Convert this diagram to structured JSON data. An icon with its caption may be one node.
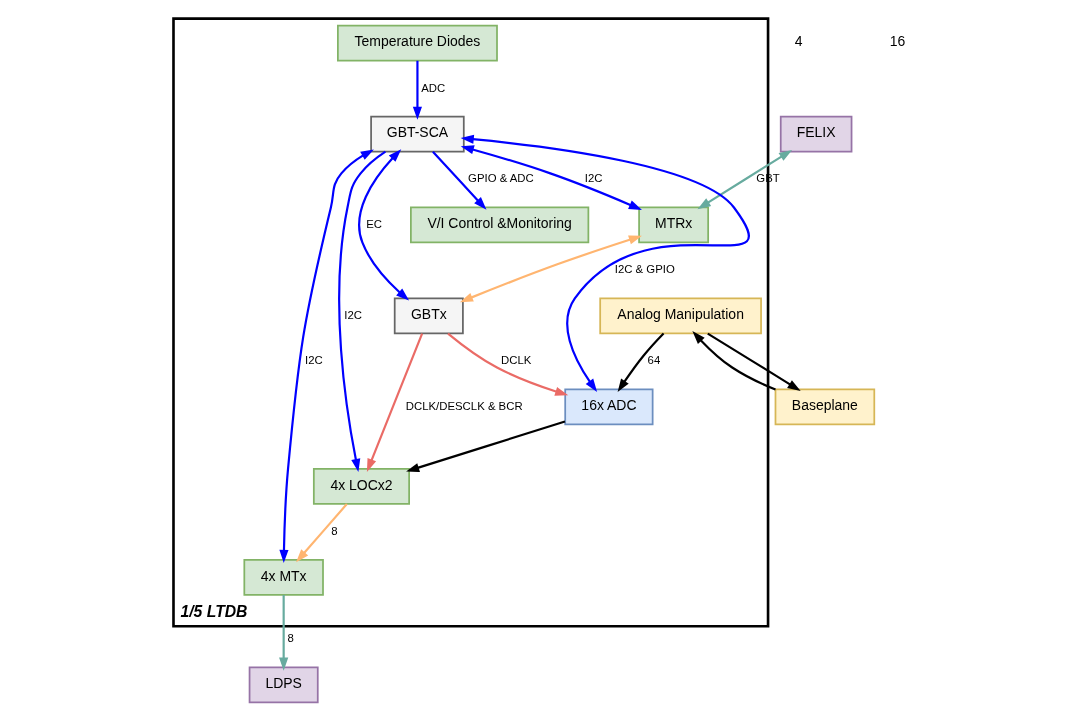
{
  "diagram": {
    "nodes": [
      {
        "text": [
          "Baseplane"
        ]
      },
      {
        "text": [
          "LDPS"
        ]
      },
      {
        "text": [
          "FELIX"
        ]
      },
      {
        "text": [
          "1/5 LTDB"
        ]
      },
      {
        "text": [
          "Analog Manipulation"
        ],
        "in": 3
      },
      {
        "text": [
          "4x MTx"
        ],
        "in": 3
      },
      {
        "text": [
          "MTRx"
        ],
        "in": 3
      },
      {
        "text": [
          "16x ADC"
        ],
        "in": 3
      },
      {
        "text": [
          "4x LOCx2"
        ],
        "in": 3
      },
      {
        "text": [
          "GBT-SCA"
        ],
        "in": 3
      },
      {
        "text": [
          "GBTx"
        ],
        "in": 3
      },
      {
        "text": [
          "Temperature Diodes"
        ],
        "in": 3
      },
      {
        "text": [
          "V/I Control &Monitoring"
        ],
        "in": 3
      }
    ],
    "edges": [
      {
        "from": 4,
        "to": 0,
        "arrow": "to",
        "color": "#000000"
      },
      {
        "from": 0,
        "to": 4,
        "arrow": "to",
        "color": "#000000"
      },
      {
        "from": 5,
        "to": 1,
        "arrow": "to",
        "label": "8",
        "color": "#67ab9f"
      },
      {
        "from": 2,
        "to": 6,
        "arrow": "both",
        "label": "GBT",
        "color": "#67ab9f"
      },
      {
        "from": 4,
        "to": 7,
        "arrow": "to",
        "label": "64",
        "color": "#000000"
      },
      {
        "from": 7,
        "to": 8,
        "arrow": "to",
        "color": "#000000"
      },
      {
        "from": 8,
        "to": 5,
        "arrow": "to",
        "label": "8",
        "color": "#ffb570"
      },
      {
        "from": 9,
        "to": 5,
        "arrow": "both",
        "label": "I2C"
      },
      {
        "from": 9,
        "to": 6,
        "arrow": "both",
        "label": "I2C"
      },
      {
        "from": 6,
        "to": 10,
        "arrow": "both",
        "color": "#ffb570"
      },
      {
        "from": 9,
        "to": 8,
        "arrow": "to",
        "label": "I2C"
      },
      {
        "from": 9,
        "to": 10,
        "arrow": "both",
        "label": "EC"
      },
      {
        "from": 9,
        "to": 7,
        "arrow": "both",
        "label": "I2C & GPIO"
      },
      {
        "from": 10,
        "to": 8,
        "arrow": "to",
        "label": "DCLK/DESCLK & BCR",
        "color": "#ea6b66"
      },
      {
        "from": 10,
        "to": 7,
        "arrow": "to",
        "label": "DCLK",
        "color": "#ea6b66"
      },
      {
        "from": 11,
        "to": 9,
        "arrow": "to",
        "label": "ADC"
      },
      {
        "from": 9,
        "to": 12,
        "arrow": "to",
        "label": "GPIO & ADC"
      }
    ],
    "labels": [
      "4",
      "16"
    ]
  }
}
